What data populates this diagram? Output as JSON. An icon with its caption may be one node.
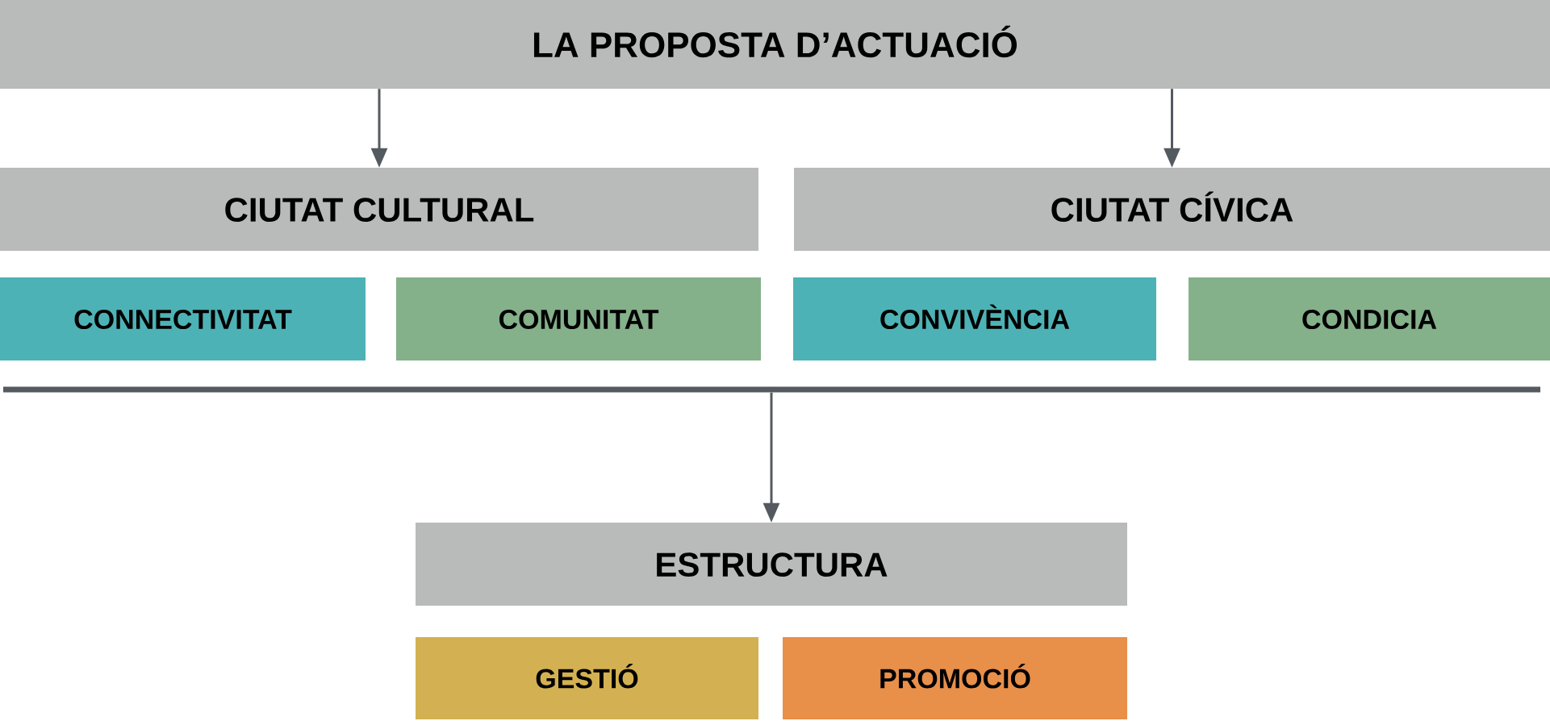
{
  "diagram": {
    "nodes": [
      {
        "text": [
          "LA PROPOSTA D’ACTUACIÓ"
        ]
      },
      {
        "text": [
          "CIUTAT CULTURAL"
        ]
      },
      {
        "text": [
          "CIUTAT CÍVICA"
        ]
      },
      {
        "text": [
          "CONNECTIVITAT"
        ]
      },
      {
        "text": [
          "COMUNITAT"
        ]
      },
      {
        "text": [
          "CONVIVÈNCIA"
        ]
      },
      {
        "text": [
          "CONDICIA"
        ]
      },
      {
        "text": [],
        "shape": "bar"
      },
      {
        "text": [
          "ESTRUCTURA"
        ]
      },
      {
        "text": [
          "GESTIÓ"
        ]
      },
      {
        "text": [
          "PROMOCIÓ"
        ]
      }
    ],
    "edges": [
      {
        "from": 0,
        "to": 1,
        "arrow": "to"
      },
      {
        "from": 0,
        "to": 2,
        "arrow": "to"
      },
      {
        "from": 7,
        "to": 8,
        "arrow": "to"
      }
    ]
  }
}
